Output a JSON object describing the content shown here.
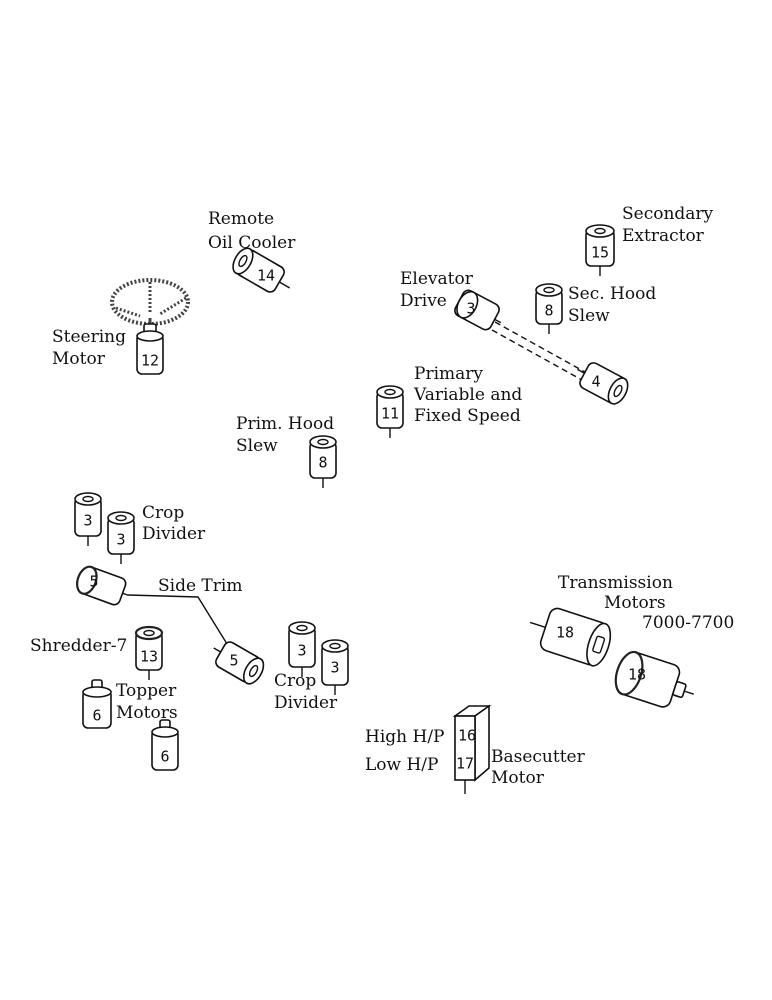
{
  "labels": {
    "remote_oil_cooler_1": "Remote",
    "remote_oil_cooler_2": "Oil Cooler",
    "secondary_extractor_1": "Secondary",
    "secondary_extractor_2": "Extractor",
    "elevator_drive_1": "Elevator",
    "elevator_drive_2": "Drive",
    "sec_hood_slew_1": "Sec. Hood",
    "sec_hood_slew_2": "Slew",
    "steering_motor_1": "Steering",
    "steering_motor_2": "Motor",
    "primary_1": "Primary",
    "primary_2": "Variable and",
    "primary_3": "Fixed Speed",
    "prim_hood_slew_1": "Prim. Hood",
    "prim_hood_slew_2": "Slew",
    "crop_divider_top_1": "Crop",
    "crop_divider_top_2": "Divider",
    "side_trim": "Side Trim",
    "shredder": "Shredder-7",
    "topper_motors_1": "Topper",
    "topper_motors_2": "Motors",
    "crop_divider_bottom_1": "Crop",
    "crop_divider_bottom_2": "Divider",
    "transmission_1": "Transmission",
    "transmission_2": "Motors",
    "transmission_3": "7000-7700",
    "high_hp": "High H/P",
    "low_hp": "Low H/P",
    "basecutter_1": "Basecutter",
    "basecutter_2": "Motor"
  },
  "numbers": {
    "remote_oil_cooler": "14",
    "secondary_extractor": "15",
    "elevator_drive_upper": "3",
    "elevator_drive_lower": "4",
    "sec_hood_slew": "8",
    "steering_motor": "12",
    "primary": "11",
    "prim_hood_slew": "8",
    "crop_divider_top_left": "3",
    "crop_divider_top_right": "3",
    "side_trim_upper": "5",
    "side_trim_lower": "5",
    "shredder": "13",
    "topper_upper": "6",
    "topper_lower": "6",
    "crop_divider_bottom_left": "3",
    "crop_divider_bottom_right": "3",
    "transmission_upper": "18",
    "transmission_lower": "18",
    "basecutter_high": "16",
    "basecutter_low": "17"
  }
}
